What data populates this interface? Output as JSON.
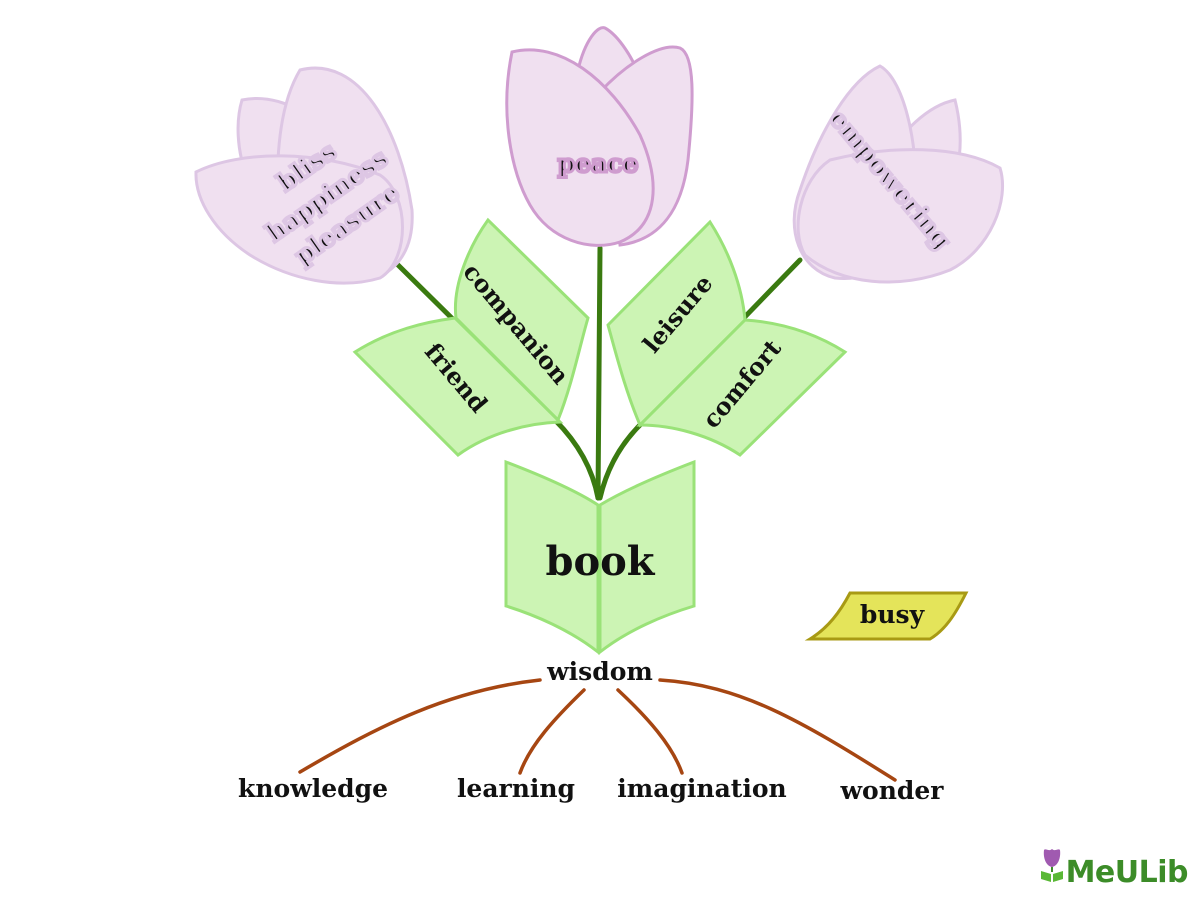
{
  "center": {
    "label": "book"
  },
  "flowers": {
    "left": {
      "words": [
        "bliss",
        "happiness",
        "pleasure"
      ]
    },
    "middle": {
      "words": [
        "peace"
      ]
    },
    "right": {
      "words": [
        "empowering"
      ]
    }
  },
  "leaves": {
    "left_upper": "companion",
    "left_lower": "friend",
    "right_upper": "leisure",
    "right_lower": "comfort"
  },
  "tag": {
    "label": "busy"
  },
  "roots": {
    "hub": "wisdom",
    "items": [
      "knowledge",
      "learning",
      "imagination",
      "wonder"
    ]
  },
  "logo": {
    "text": "MeULib"
  },
  "colors": {
    "petal_fill": "#f0e0f0",
    "petal_stroke": "#cf9ccf",
    "leaf_fill": "#ccf4b4",
    "leaf_stroke": "#9ae278",
    "stem": "#3a7a10",
    "root": "#a64612",
    "tag_fill": "#e4e45a",
    "tag_stroke": "#a89a14",
    "logo": "#3c8c28"
  }
}
